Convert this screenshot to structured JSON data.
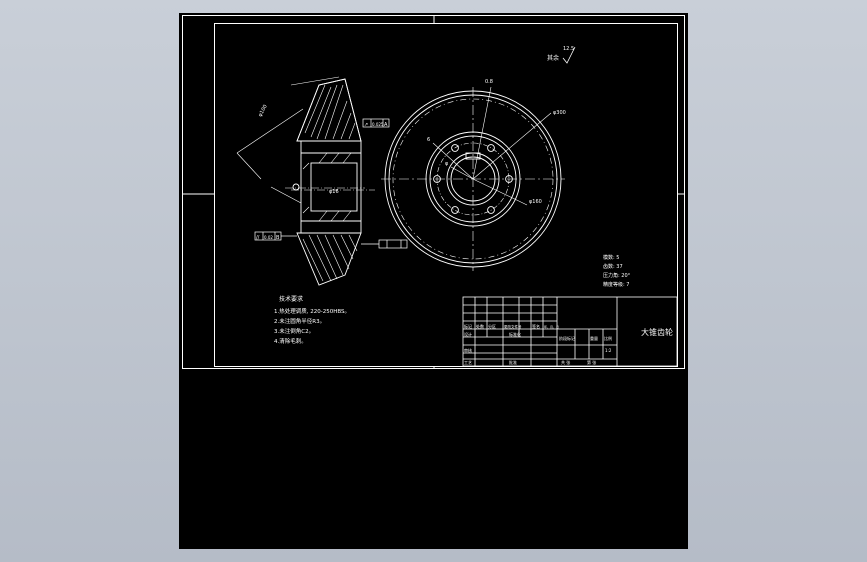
{
  "drawing": {
    "part_name": "大锥齿轮",
    "roughness_note": "其余",
    "roughness_value": "12.5",
    "dim_teeth_slant": "φ100",
    "dim_small": "6",
    "dim_bore": "φ",
    "dim_bcd": "φ160",
    "dim_outer": "φ300",
    "dim_top": "0.8",
    "dim_left": "φ16",
    "gdt_runout_symbol": "↗",
    "gdt_runout_value": "0.025",
    "gdt_ref_a": "A",
    "gdt_parallel_symbol": "//",
    "gdt_parallel_value": "0.02",
    "gdt_ref_b": "B",
    "param_lines": [
      "模数: 5",
      "齿数: 37",
      "压力角: 20°",
      "精度等级: 7"
    ],
    "tech_title": "技术要求",
    "tech_notes": [
      "1.热处理调质, 220-250HBS。",
      "2.未注圆角半径R3。",
      "3.未注倒角C2。",
      "4.清除毛刺。"
    ],
    "tb_cells": [
      "标记",
      "处数",
      "分区",
      "更改文件号",
      "签名",
      "年、月、日",
      "设计",
      "标准化",
      "审核",
      "工艺",
      "批准",
      "阶段标记",
      "重量",
      "比例",
      "1:2",
      "共  张",
      "第  张"
    ]
  }
}
